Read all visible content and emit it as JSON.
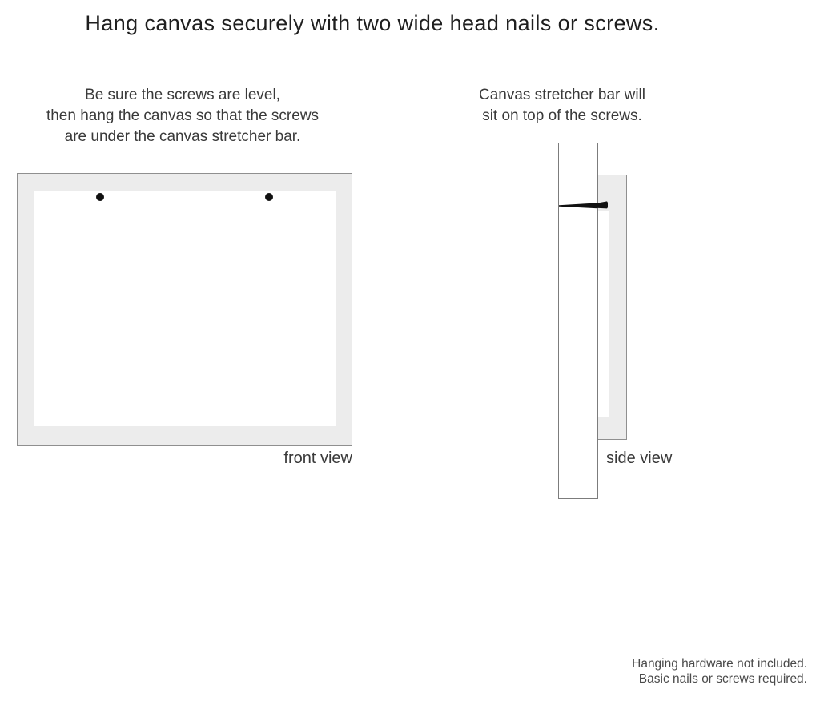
{
  "title": "Hang canvas securely with two wide head nails or screws.",
  "instructions": {
    "left": {
      "line1": "Be sure the screws are level,",
      "line2": "then hang the canvas so that the screws",
      "line3": "are under the canvas stretcher bar."
    },
    "right": {
      "line1": "Canvas stretcher bar will",
      "line2": "sit on top of the screws."
    }
  },
  "front_view": {
    "label": "front view",
    "screw_count": 2,
    "icons": {
      "screw": "filled-black-circle"
    }
  },
  "side_view": {
    "label": "side view",
    "icons": {
      "nail": "tapered-nail-pointing-left-with-flat-head-right"
    }
  },
  "footer": {
    "line1": "Hanging hardware not included.",
    "line2": "Basic nails or screws required."
  },
  "colors": {
    "background": "#ffffff",
    "frame_fill": "#ececec",
    "frame_border": "#8f8f8f",
    "wall_border": "#7c7c7c",
    "screw": "#101010",
    "nail": "#111111",
    "title_text": "#1f1f1f",
    "body_text": "#3a3a3a",
    "footer_text": "#4a4a4a"
  }
}
